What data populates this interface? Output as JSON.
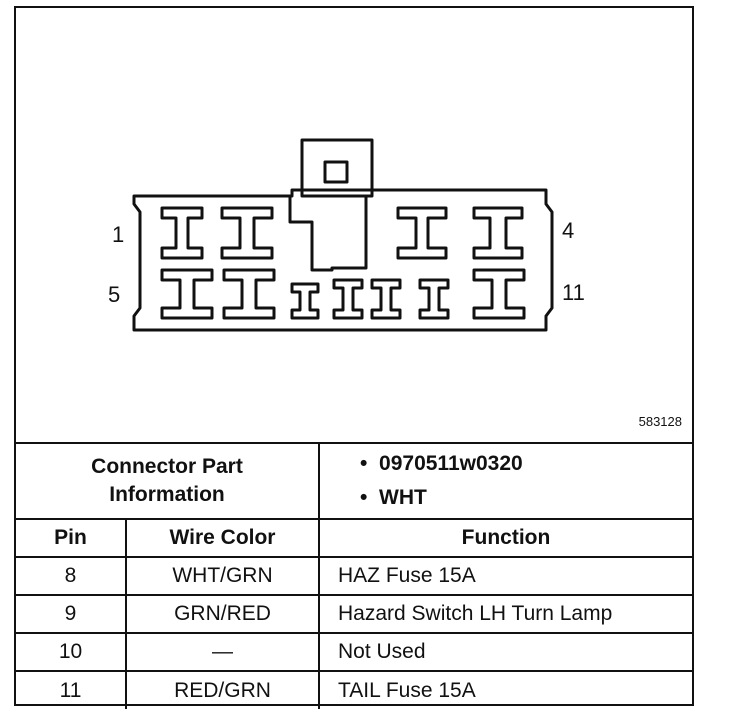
{
  "diagram": {
    "figure_id": "583128",
    "pin_labels": {
      "top_left": "1",
      "top_right": "4",
      "bottom_left": "5",
      "bottom_right": "11"
    }
  },
  "connector_info": {
    "label": "Connector Part Information",
    "part_number": "0970511w0320",
    "color": "WHT"
  },
  "table": {
    "headers": {
      "pin": "Pin",
      "wire_color": "Wire Color",
      "function": "Function"
    },
    "rows": [
      {
        "pin": "8",
        "wire_color": "WHT/GRN",
        "function": "HAZ Fuse 15A"
      },
      {
        "pin": "9",
        "wire_color": "GRN/RED",
        "function": "Hazard Switch LH Turn Lamp"
      },
      {
        "pin": "10",
        "wire_color": "—",
        "function": "Not Used"
      },
      {
        "pin": "11",
        "wire_color": "RED/GRN",
        "function": "TAIL Fuse 15A"
      }
    ]
  },
  "bullet": "•"
}
